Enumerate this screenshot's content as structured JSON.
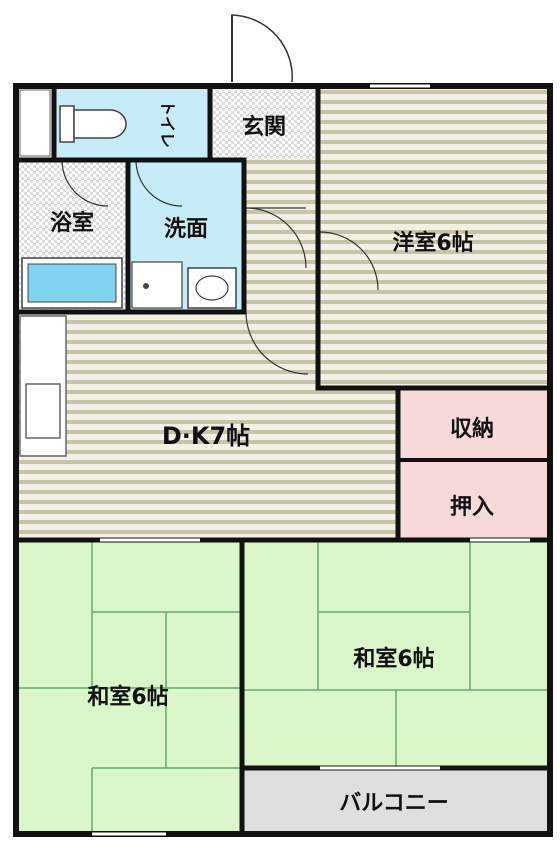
{
  "rooms": {
    "entrance": "玄関",
    "toilet": "トイレ",
    "bath": "浴室",
    "washroom": "洗面",
    "western_room": "洋室6帖",
    "dk": "D·K7帖",
    "storage": "収納",
    "closet": "押入",
    "japanese_room_left": "和室6帖",
    "japanese_room_right": "和室6帖",
    "balcony": "バルコニー"
  },
  "colors": {
    "wall": "#111111",
    "flooring_stripe": "#c9c3a8",
    "flooring_base": "#f3f1e6",
    "tatami": "#d9f7c8",
    "tatami_line": "#6aa86a",
    "wet_area": "#c6ecf7",
    "storage": "#f7d9d9",
    "balcony": "#dedede",
    "entrance_tile": "#e6e6e6",
    "bathtub": "#7fd3ee"
  }
}
